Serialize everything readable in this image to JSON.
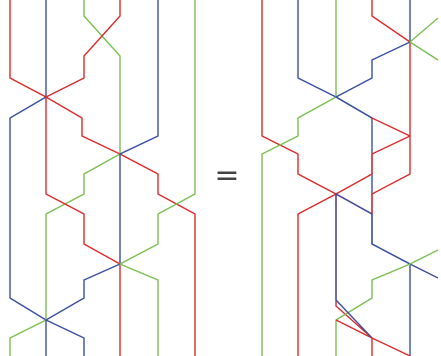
{
  "equation": {
    "symbol": "="
  },
  "colors": {
    "red": "#dd2a2a",
    "blue": "#3b4fa0",
    "green": "#7cbf52",
    "background": "#ffffff",
    "equals": "#444444"
  },
  "strands": [
    {
      "side": "left",
      "color": "red"
    },
    {
      "side": "left",
      "color": "blue"
    },
    {
      "side": "left",
      "color": "green"
    },
    {
      "side": "left",
      "color": "red"
    },
    {
      "side": "left",
      "color": "blue"
    },
    {
      "side": "left",
      "color": "green"
    },
    {
      "side": "left",
      "color": "red"
    },
    {
      "side": "left",
      "color": "blue"
    },
    {
      "side": "left",
      "color": "green"
    },
    {
      "side": "right",
      "color": "red"
    },
    {
      "side": "right",
      "color": "blue"
    },
    {
      "side": "right",
      "color": "green"
    },
    {
      "side": "right",
      "color": "red"
    },
    {
      "side": "right",
      "color": "blue"
    },
    {
      "side": "right",
      "color": "green"
    },
    {
      "side": "right",
      "color": "red"
    },
    {
      "side": "right",
      "color": "blue"
    },
    {
      "side": "right",
      "color": "green"
    }
  ]
}
